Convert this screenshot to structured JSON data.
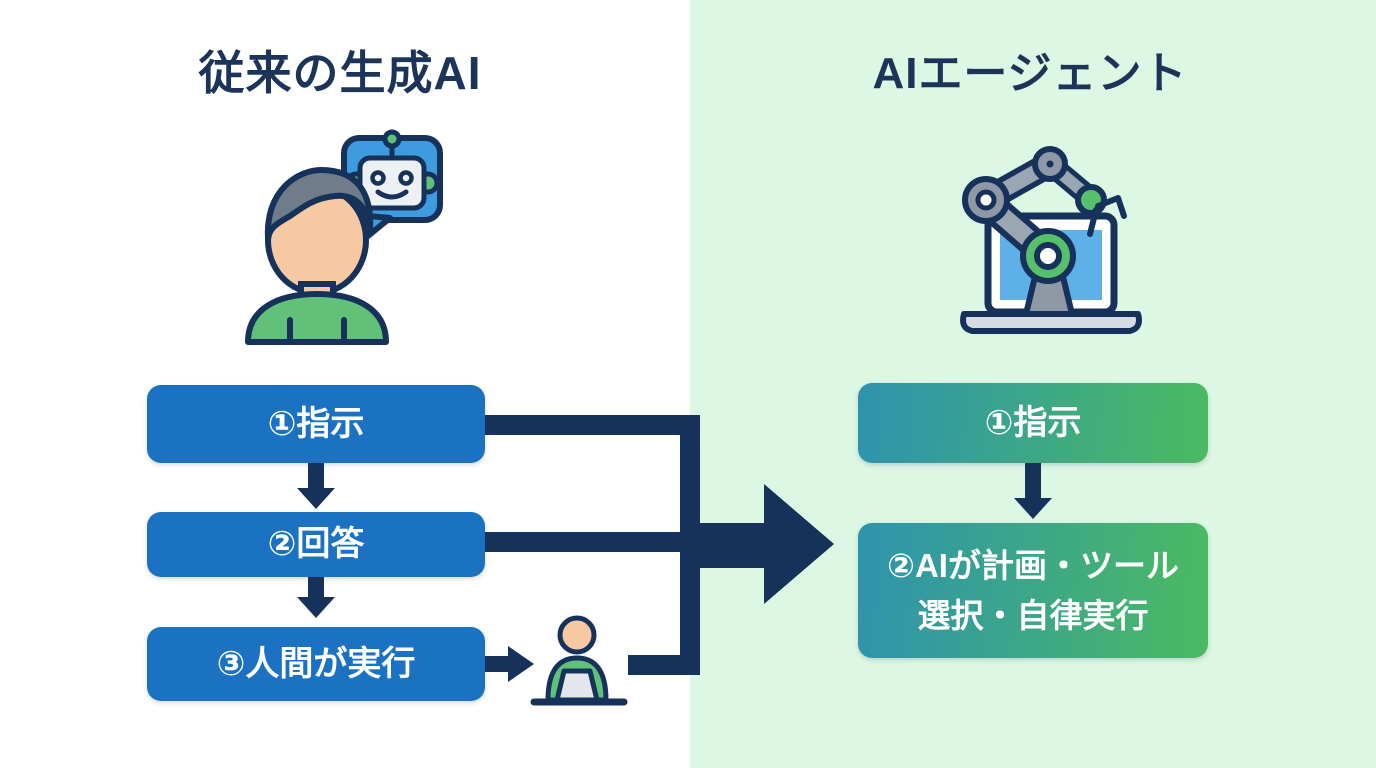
{
  "left_panel": {
    "title": "従来の生成AI",
    "icon": "person-chatbot-icon",
    "steps": [
      {
        "label": "①指示"
      },
      {
        "label": "②回答"
      },
      {
        "label": "③人間が実行"
      }
    ],
    "executor_icon": "person-at-laptop-icon"
  },
  "right_panel": {
    "title": "AIエージェント",
    "icon": "robot-arm-laptop-icon",
    "steps": [
      {
        "label": "①指示",
        "lines": [
          "①指示"
        ]
      },
      {
        "label": "②AIが計画・ツール選択・自律実行",
        "lines": [
          "②AIが計画・ツール",
          "選択・自律実行"
        ]
      }
    ]
  },
  "colors": {
    "left_box": "#1b72c2",
    "navy": "#17325a",
    "right_bg": "#dcf7e3",
    "grad_start": "#2e93ae",
    "grad_end": "#4cba61",
    "title": "#1c3459",
    "accent_green": "#62c178",
    "bubble_blue": "#3f9be0",
    "screen_blue": "#5db1e8",
    "skin": "#f7c9a2"
  }
}
